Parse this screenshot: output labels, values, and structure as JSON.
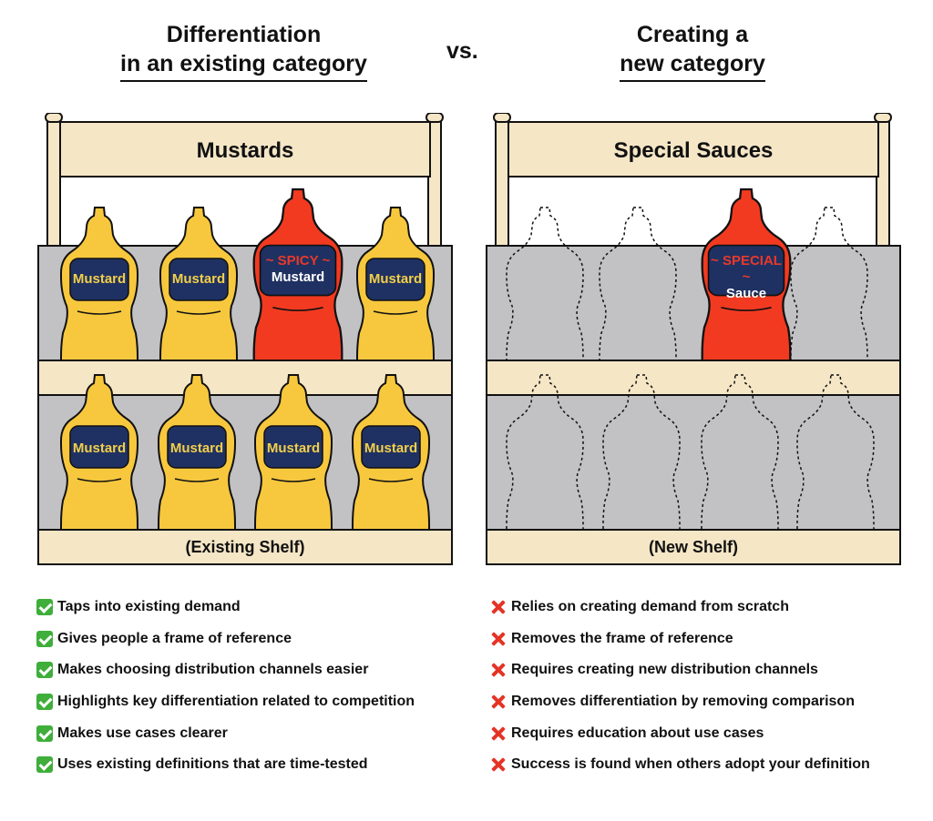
{
  "headings": {
    "left": [
      "Differentiation",
      "in an existing category"
    ],
    "vs": "vs.",
    "right": [
      "Creating a",
      "new category"
    ]
  },
  "left_panel": {
    "sign": "Mustards",
    "shelf_label": "(Existing Shelf)",
    "top_row": [
      {
        "label": "Mustard"
      },
      {
        "label": "Mustard"
      },
      {
        "accent": "~ SPICY ~",
        "label": "Mustard"
      },
      {
        "label": "Mustard"
      }
    ],
    "bottom_row": [
      {
        "label": "Mustard"
      },
      {
        "label": "Mustard"
      },
      {
        "label": "Mustard"
      },
      {
        "label": "Mustard"
      }
    ]
  },
  "right_panel": {
    "sign": "Special Sauces",
    "shelf_label": "(New Shelf)",
    "featured": {
      "accent": "~ SPECIAL ~",
      "label": "Sauce"
    }
  },
  "pros": [
    "Taps into existing demand",
    "Gives people a frame of reference",
    "Makes choosing distribution channels easier",
    "Highlights key differentiation related to competition",
    "Makes use cases clearer",
    "Uses existing definitions that are time-tested"
  ],
  "cons": [
    "Relies on creating demand from scratch",
    "Removes the frame of reference",
    "Requires creating new distribution channels",
    "Removes differentiation by removing comparison",
    "Requires education about use cases",
    "Success is found when others adopt your definition"
  ],
  "colors": {
    "mustard": "#f7c83e",
    "sauce": "#f23a21",
    "label": "#1f3163",
    "shelf_back": "#c2c1c3",
    "wood": "#f5e6c6"
  }
}
